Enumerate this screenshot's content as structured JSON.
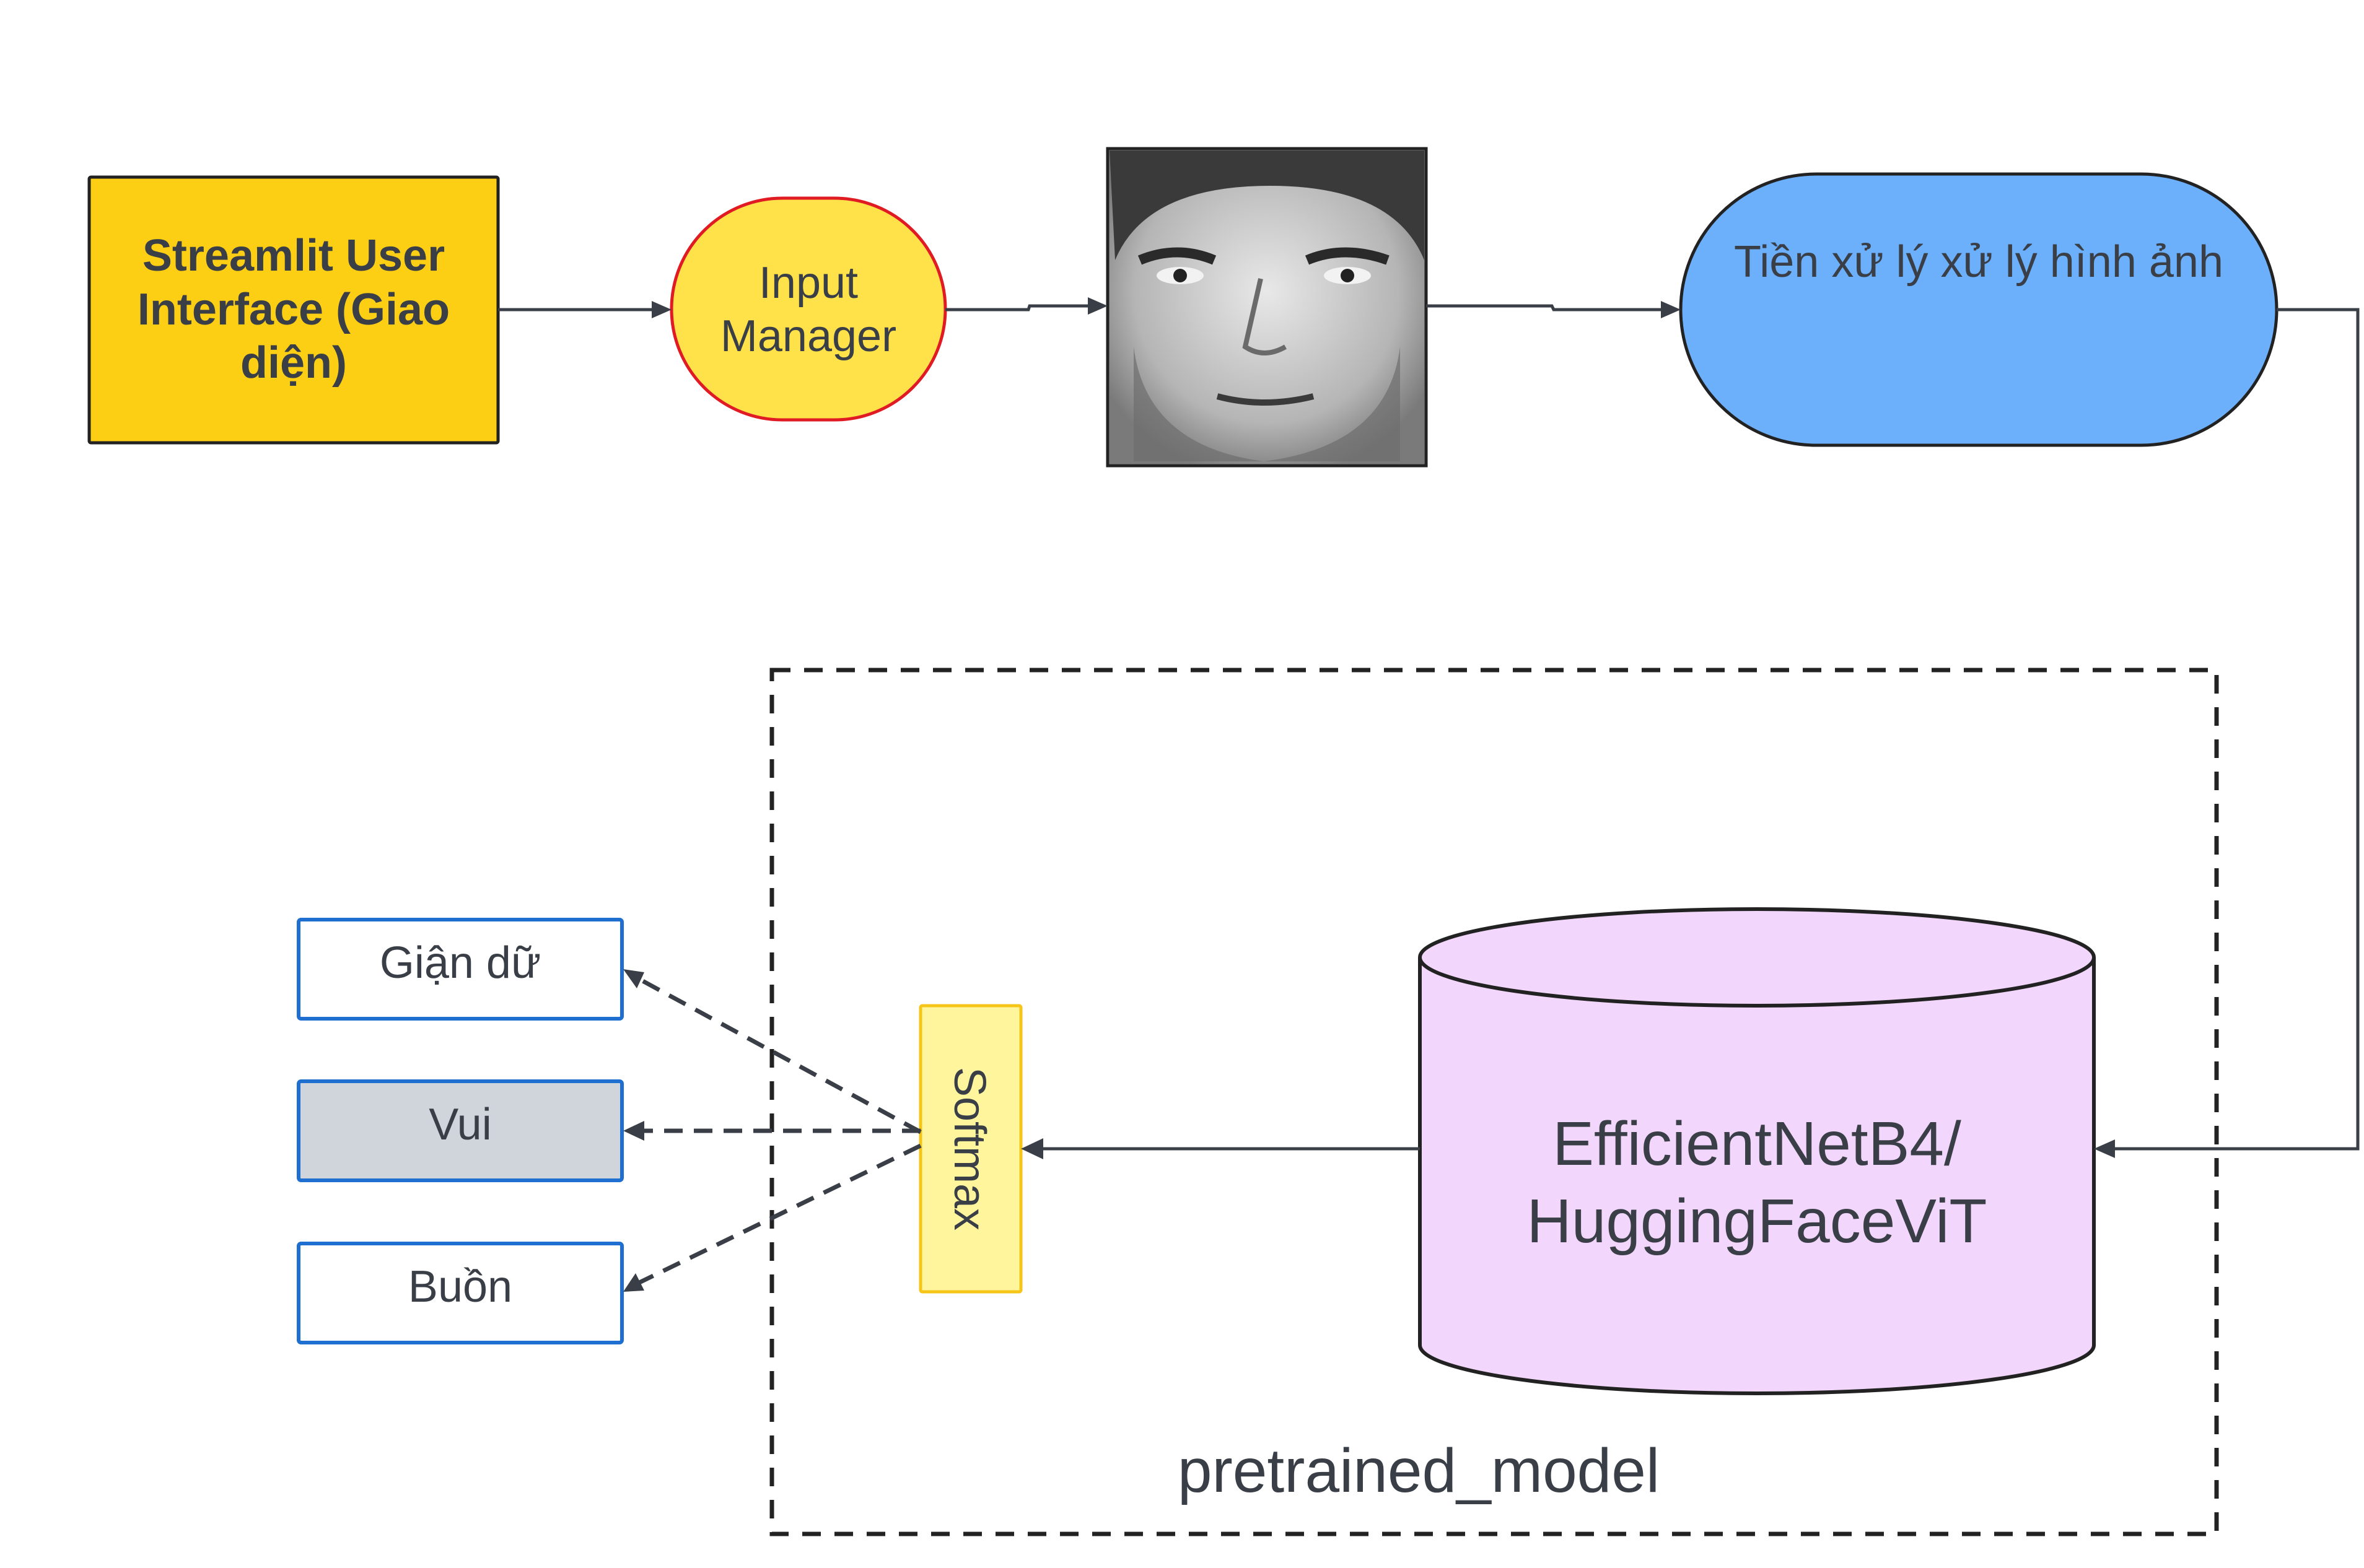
{
  "nodes": {
    "streamlit": {
      "label": "Streamlit User Interface (Giao diện)",
      "fill": "#fcce14"
    },
    "input_manager": {
      "label": "Input Manager",
      "fill": "#ffe14a",
      "stroke": "#e01b24"
    },
    "face_image": {
      "icon": "face-photo"
    },
    "preprocess": {
      "label": "Tiền xử lý xử lý hình ảnh",
      "fill": "#6cb0fb"
    },
    "model": {
      "label": "EfficientNetB4/ HuggingFaceViT",
      "fill": "#f2d6fb"
    },
    "softmax": {
      "label": "Softmax",
      "fill": "#fff59d",
      "stroke": "#f5c518"
    },
    "container": {
      "label": "pretrained_model"
    }
  },
  "outputs": [
    {
      "label": "Giận dữ",
      "fill": "#ffffff"
    },
    {
      "label": "Vui",
      "fill": "#d0d5dc"
    },
    {
      "label": "Buồn",
      "fill": "#ffffff"
    }
  ],
  "colors": {
    "line": "#3a3f47",
    "output_border": "#1f6fd1"
  }
}
